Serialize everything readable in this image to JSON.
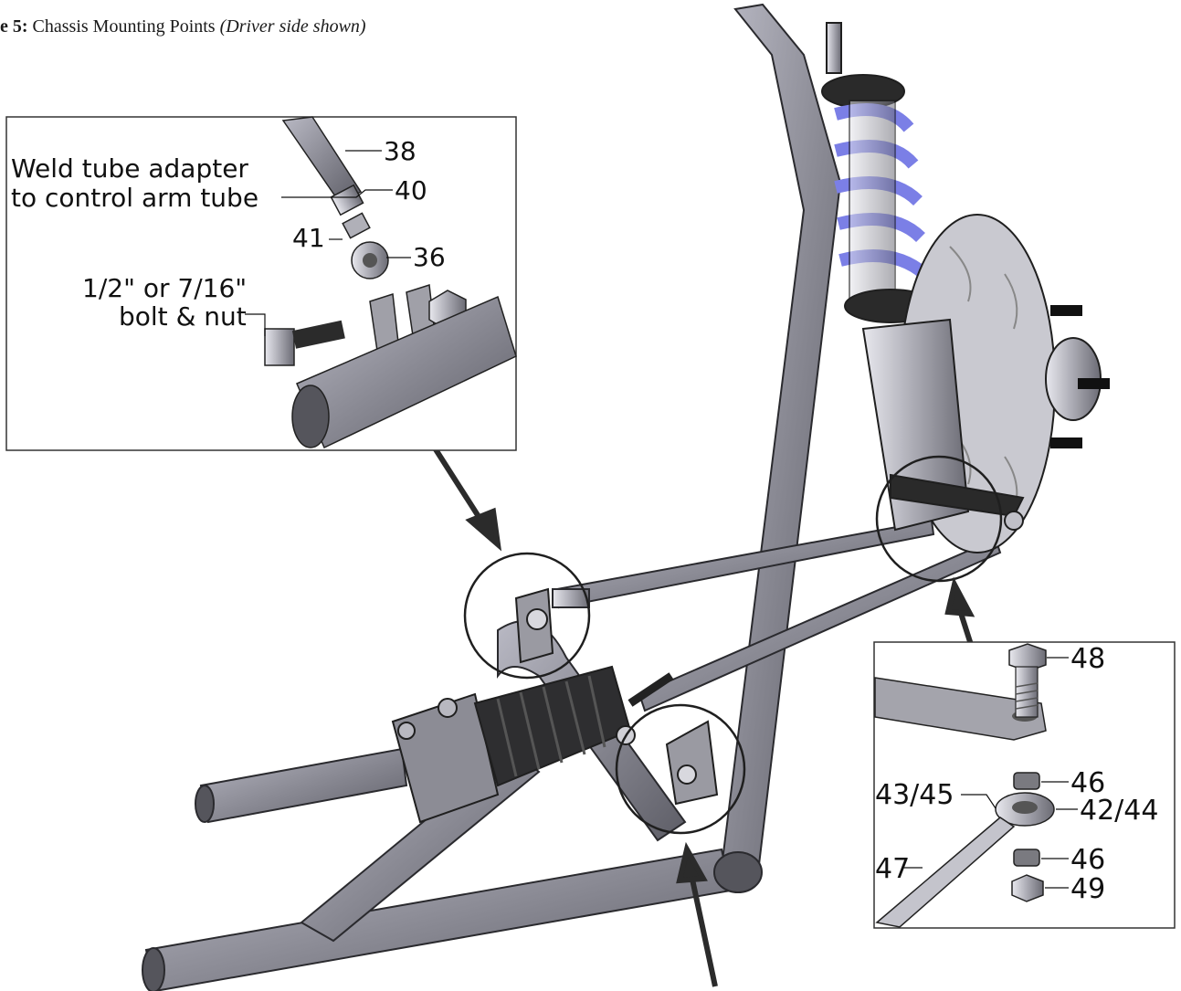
{
  "caption": {
    "lead": "e 5:",
    "text": "Chassis Mounting Points",
    "note": "(Driver side shown)"
  },
  "inset_top": {
    "weld_line1": "Weld tube adapter",
    "weld_line2": "to control arm tube",
    "bolt_line1": "1/2\" or 7/16\"",
    "bolt_line2": "bolt & nut",
    "callouts": [
      "38",
      "40",
      "41",
      "36"
    ]
  },
  "inset_right": {
    "callouts": [
      "48",
      "46",
      "43/45",
      "42/44",
      "47",
      "46",
      "49"
    ]
  },
  "colors": {
    "tube": "#8e8e98",
    "tube_dark": "#55555c",
    "spring": "#7b7fe6",
    "boot": "#2e2e30",
    "line": "#1f1f1f"
  }
}
